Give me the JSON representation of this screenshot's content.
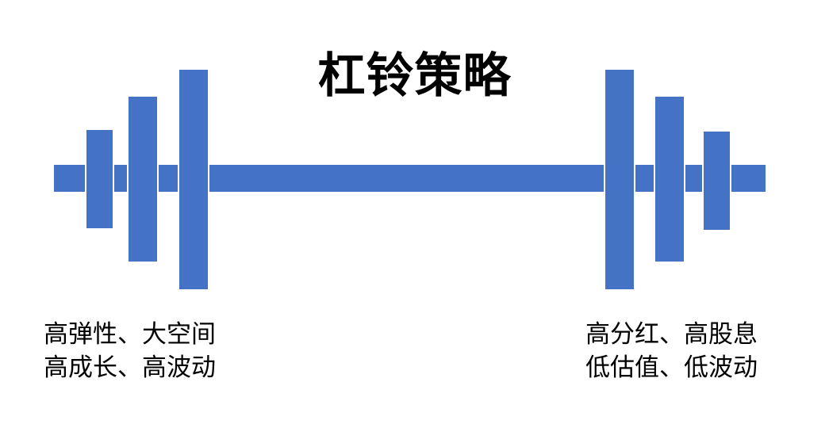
{
  "title": "杠铃策略",
  "diagram": {
    "type": "barbell",
    "parts": [
      "bar",
      "left-plate-small",
      "left-plate-medium",
      "left-plate-large",
      "right-plate-large",
      "right-plate-medium",
      "right-plate-small"
    ]
  },
  "colors": {
    "barbell_blue": "#4472C4",
    "text": "#000000",
    "background": "#FFFFFF"
  },
  "labels": {
    "left": {
      "line1": "高弹性、大空间",
      "line2": "高成长、高波动"
    },
    "right": {
      "line1": "高分红、高股息",
      "line2": "低估值、低波动"
    }
  }
}
